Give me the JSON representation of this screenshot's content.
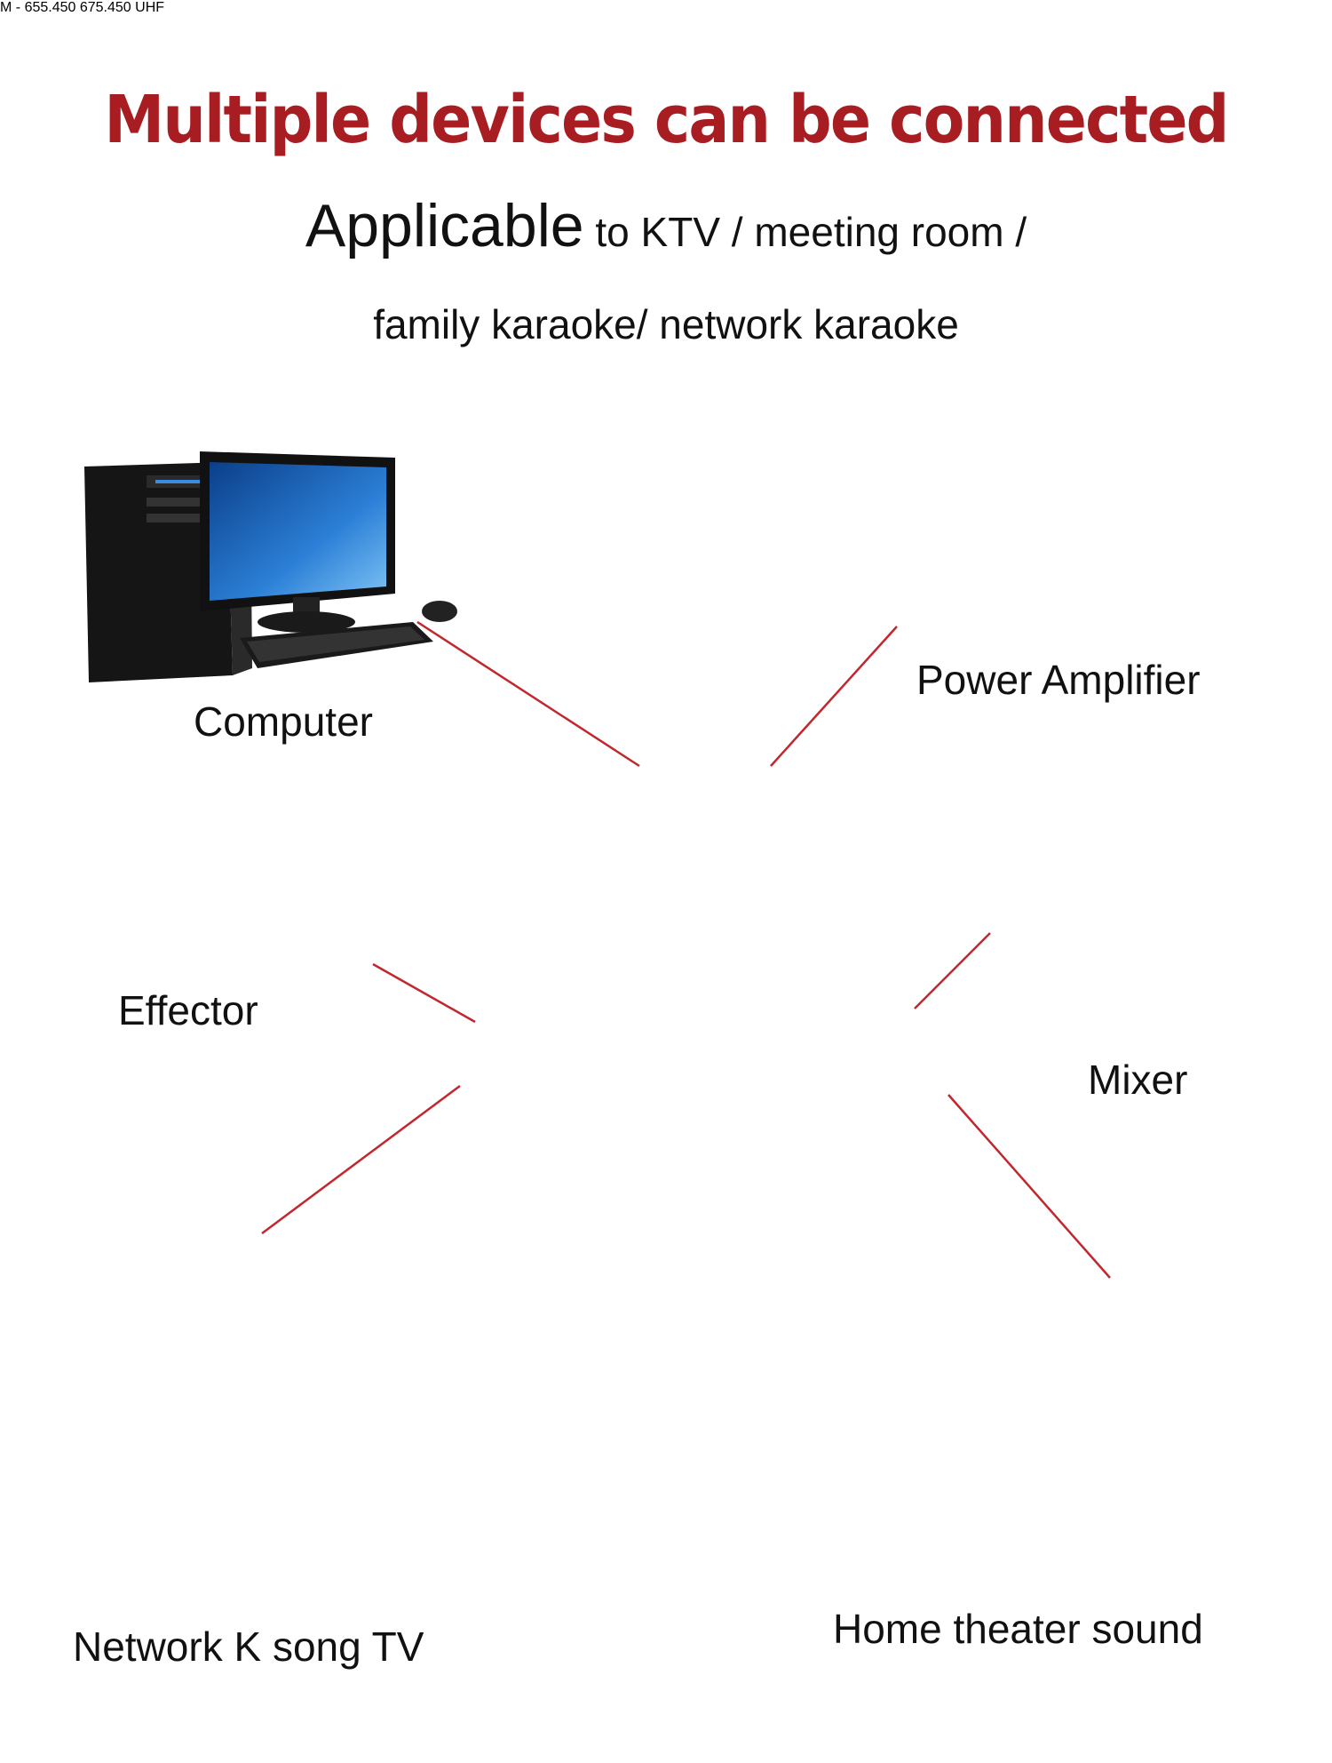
{
  "header": {
    "title": "Multiple devices can be connected",
    "subtitle_lead": "Applicable",
    "subtitle_rest": " to KTV / meeting room /",
    "subtitle_line2": "family karaoke/ network karaoke"
  },
  "receiver": {
    "display_left": "655.450",
    "display_right": "675.450",
    "badge": "UHF"
  },
  "devices": {
    "computer": "Computer",
    "power_amplifier": "Power Amplifier",
    "effector": "Effector",
    "mixer": "Mixer",
    "tv": "Network K song TV",
    "home_theater": "Home theater sound"
  },
  "colors": {
    "title": "#a81d22",
    "connector_line": "#c2272d",
    "screen_blue": "#2b7fd6",
    "mixer_blue": "#1f5fbf"
  }
}
